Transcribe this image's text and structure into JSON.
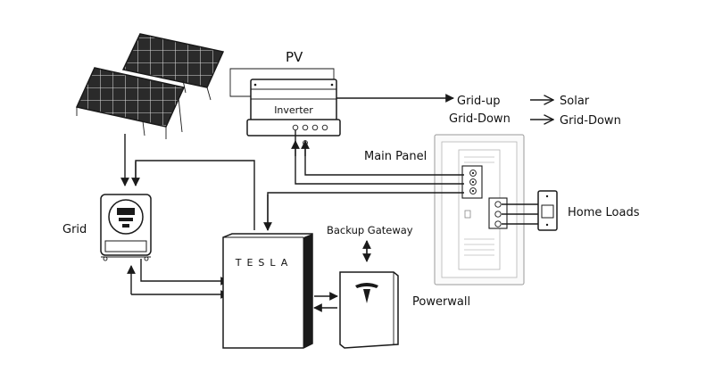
{
  "labels": {
    "pv": "PV",
    "inverter": "Inverter",
    "grid_up": "Grid-up",
    "solar": "Solar",
    "grid_down_left": "Grid-Down",
    "grid_down_right": "Grid-Down",
    "main_panel": "Main Panel",
    "home_loads": "Home Loads",
    "grid": "Grid",
    "backup_gateway": "Backup Gateway",
    "powerwall": "Powerwall",
    "tesla_wordmark": "TESLA"
  },
  "icons": [
    "solar-panel-icon",
    "electric-meter-icon",
    "inverter-icon",
    "main-panel-icon",
    "home-loads-box-icon",
    "backup-gateway-icon",
    "powerwall-icon",
    "tesla-logo-icon"
  ]
}
